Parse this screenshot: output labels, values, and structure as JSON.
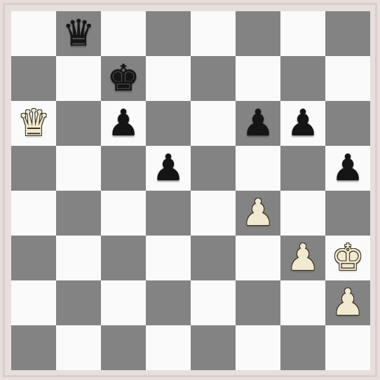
{
  "board": {
    "light_color": "#fafafa",
    "dark_color": "#838383",
    "frame_color": "#e6dfdc",
    "rows": [
      [
        null,
        {
          "piece": "queen",
          "color": "black",
          "glyph": "♛"
        },
        null,
        null,
        null,
        null,
        null,
        null
      ],
      [
        null,
        null,
        {
          "piece": "king",
          "color": "black",
          "glyph": "♚"
        },
        null,
        null,
        null,
        null,
        null
      ],
      [
        {
          "piece": "queen",
          "color": "white",
          "glyph": "♛"
        },
        null,
        {
          "piece": "pawn",
          "color": "black",
          "glyph": "♟"
        },
        null,
        null,
        {
          "piece": "pawn",
          "color": "black",
          "glyph": "♟"
        },
        {
          "piece": "pawn",
          "color": "black",
          "glyph": "♟"
        },
        null
      ],
      [
        null,
        null,
        null,
        {
          "piece": "pawn",
          "color": "black",
          "glyph": "♟"
        },
        null,
        null,
        null,
        {
          "piece": "pawn",
          "color": "black",
          "glyph": "♟"
        }
      ],
      [
        null,
        null,
        null,
        null,
        null,
        {
          "piece": "pawn",
          "color": "white",
          "glyph": "♟"
        },
        null,
        null
      ],
      [
        null,
        null,
        null,
        null,
        null,
        null,
        {
          "piece": "pawn",
          "color": "white",
          "glyph": "♟"
        },
        {
          "piece": "king",
          "color": "white",
          "glyph": "♚"
        }
      ],
      [
        null,
        null,
        null,
        null,
        null,
        null,
        null,
        {
          "piece": "pawn",
          "color": "white",
          "glyph": "♟"
        }
      ],
      [
        null,
        null,
        null,
        null,
        null,
        null,
        null,
        null
      ]
    ]
  }
}
